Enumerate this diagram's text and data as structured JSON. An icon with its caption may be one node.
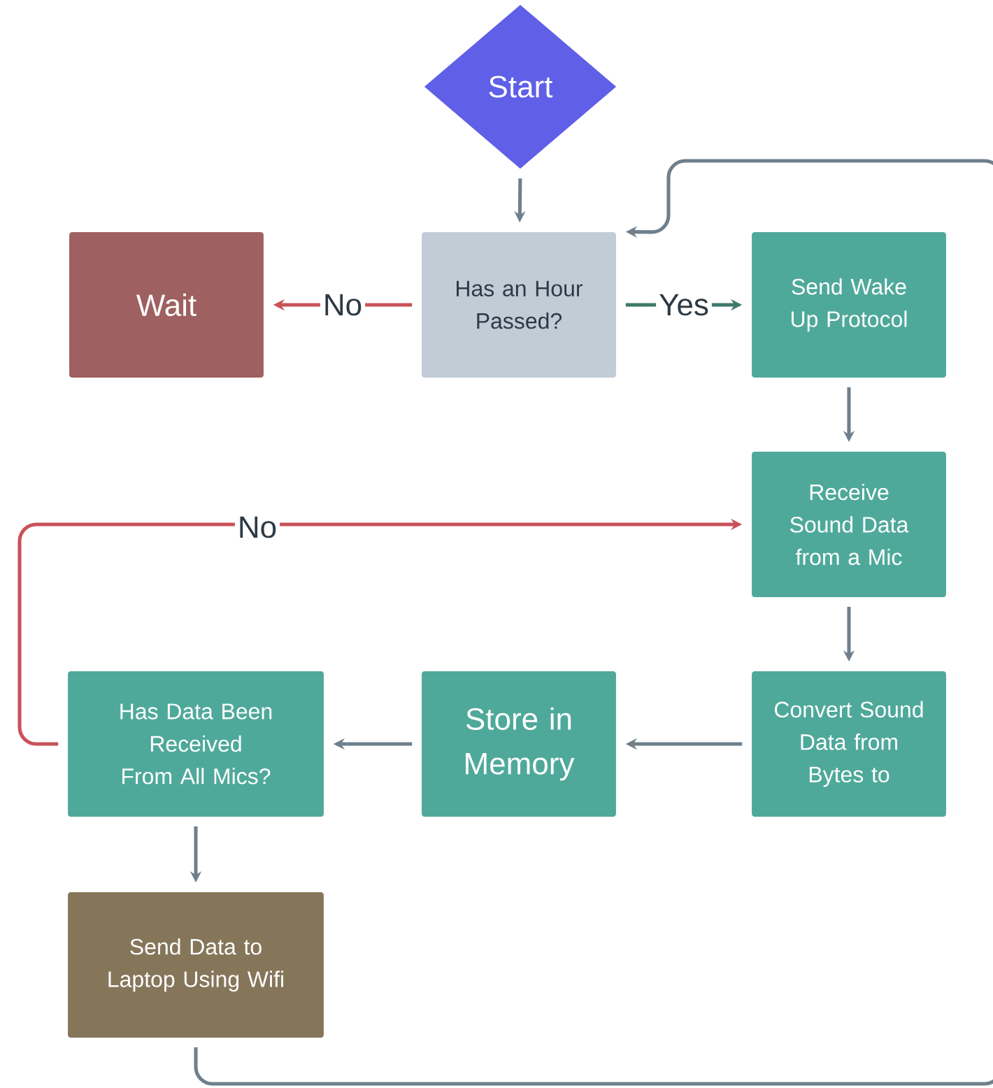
{
  "diagram": {
    "nodes": [
      {
        "text": [
          "Start"
        ]
      },
      {
        "text": [
          "Has an Hour Passed?"
        ]
      },
      {
        "text": [
          "Wait"
        ]
      },
      {
        "text": [
          "Send Wake Up Protocol"
        ]
      },
      {
        "text": [
          "Receive Sound Data from a Mic"
        ]
      },
      {
        "text": [
          "Convert Sound Data from Bytes to"
        ]
      },
      {
        "text": [
          "Store in Memory"
        ]
      },
      {
        "text": [
          "Has Data Been Received From All Mics?"
        ]
      },
      {
        "text": [
          "Send Data to Laptop Using Wifi"
        ]
      }
    ],
    "edges": [
      {
        "from": 0,
        "to": 1,
        "arrow": "to"
      },
      {
        "from": 1,
        "to": 2,
        "arrow": "to",
        "label": "No",
        "color": "#c9525a"
      },
      {
        "from": 1,
        "to": 3,
        "arrow": "to",
        "label": "Yes",
        "color": "#3d7a6a"
      },
      {
        "from": 3,
        "to": 4,
        "arrow": "to"
      },
      {
        "from": 4,
        "to": 5,
        "arrow": "to"
      },
      {
        "from": 5,
        "to": 6,
        "arrow": "to"
      },
      {
        "from": 6,
        "to": 7,
        "arrow": "to"
      },
      {
        "from": 7,
        "to": 4,
        "arrow": "to",
        "label": "No",
        "color": "#c9525a"
      },
      {
        "from": 7,
        "to": 8,
        "arrow": "to"
      },
      {
        "from": 8,
        "to": 1,
        "arrow": "to"
      }
    ]
  }
}
